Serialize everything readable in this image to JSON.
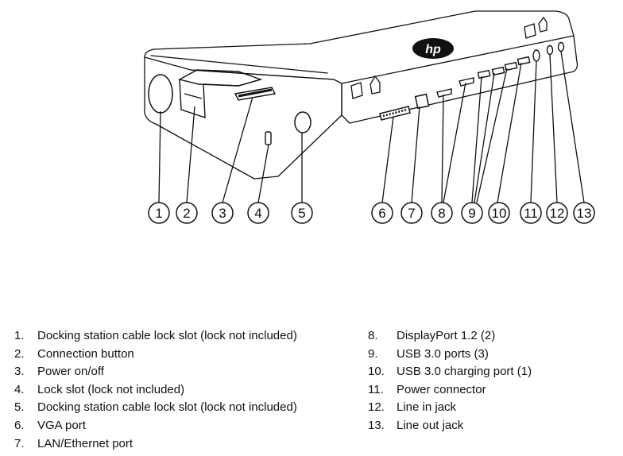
{
  "brand": {
    "logo_text": "hp",
    "accent": "#111111"
  },
  "callouts": [
    {
      "n": "1",
      "label": "Docking station cable lock slot (lock not included)"
    },
    {
      "n": "2",
      "label": "Connection button"
    },
    {
      "n": "3",
      "label": "Power on/off"
    },
    {
      "n": "4",
      "label": "Lock slot (lock not included)"
    },
    {
      "n": "5",
      "label": "Docking station cable lock slot (lock not included)"
    },
    {
      "n": "6",
      "label": "VGA port"
    },
    {
      "n": "7",
      "label": "LAN/Ethernet port"
    },
    {
      "n": "8",
      "label": "DisplayPort 1.2 (2)"
    },
    {
      "n": "9",
      "label": "USB 3.0 ports (3)"
    },
    {
      "n": "10",
      "label": "USB 3.0 charging port (1)"
    },
    {
      "n": "11",
      "label": "Power connector"
    },
    {
      "n": "12",
      "label": "Line in jack"
    },
    {
      "n": "13",
      "label": "Line out jack"
    }
  ]
}
